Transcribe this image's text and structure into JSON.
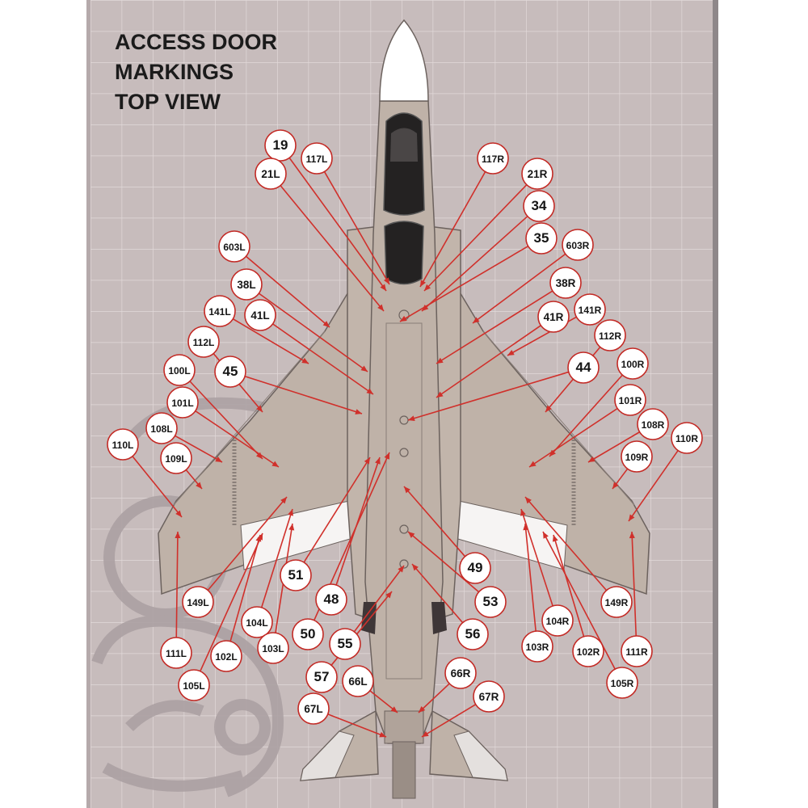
{
  "title": {
    "line1": "ACCESS DOOR",
    "line2": "MARKINGS",
    "line3": "TOP VIEW"
  },
  "colors": {
    "paper": "#c7bcbc",
    "grid": "#e2d9d9",
    "frame": "#8e8789",
    "fuselage": "#bfb2a8",
    "canopy": "#242222",
    "nose": "#ffffff",
    "leader": "#d0302b",
    "badge_stroke": "#c32a25",
    "badge_fill": "#ffffff"
  },
  "callouts": [
    "19",
    "21L",
    "117L",
    "117R",
    "21R",
    "34",
    "35",
    "603R",
    "603L",
    "38L",
    "38R",
    "141L",
    "41L",
    "41R",
    "141R",
    "112L",
    "112R",
    "45",
    "44",
    "100L",
    "100R",
    "101L",
    "101R",
    "108L",
    "108R",
    "110L",
    "110R",
    "109L",
    "109R",
    "51",
    "49",
    "48",
    "53",
    "50",
    "55",
    "56",
    "57",
    "66L",
    "66R",
    "67L",
    "67R",
    "149L",
    "149R",
    "104L",
    "104R",
    "111L",
    "111R",
    "102L",
    "102R",
    "103L",
    "103R",
    "105L",
    "105R"
  ]
}
